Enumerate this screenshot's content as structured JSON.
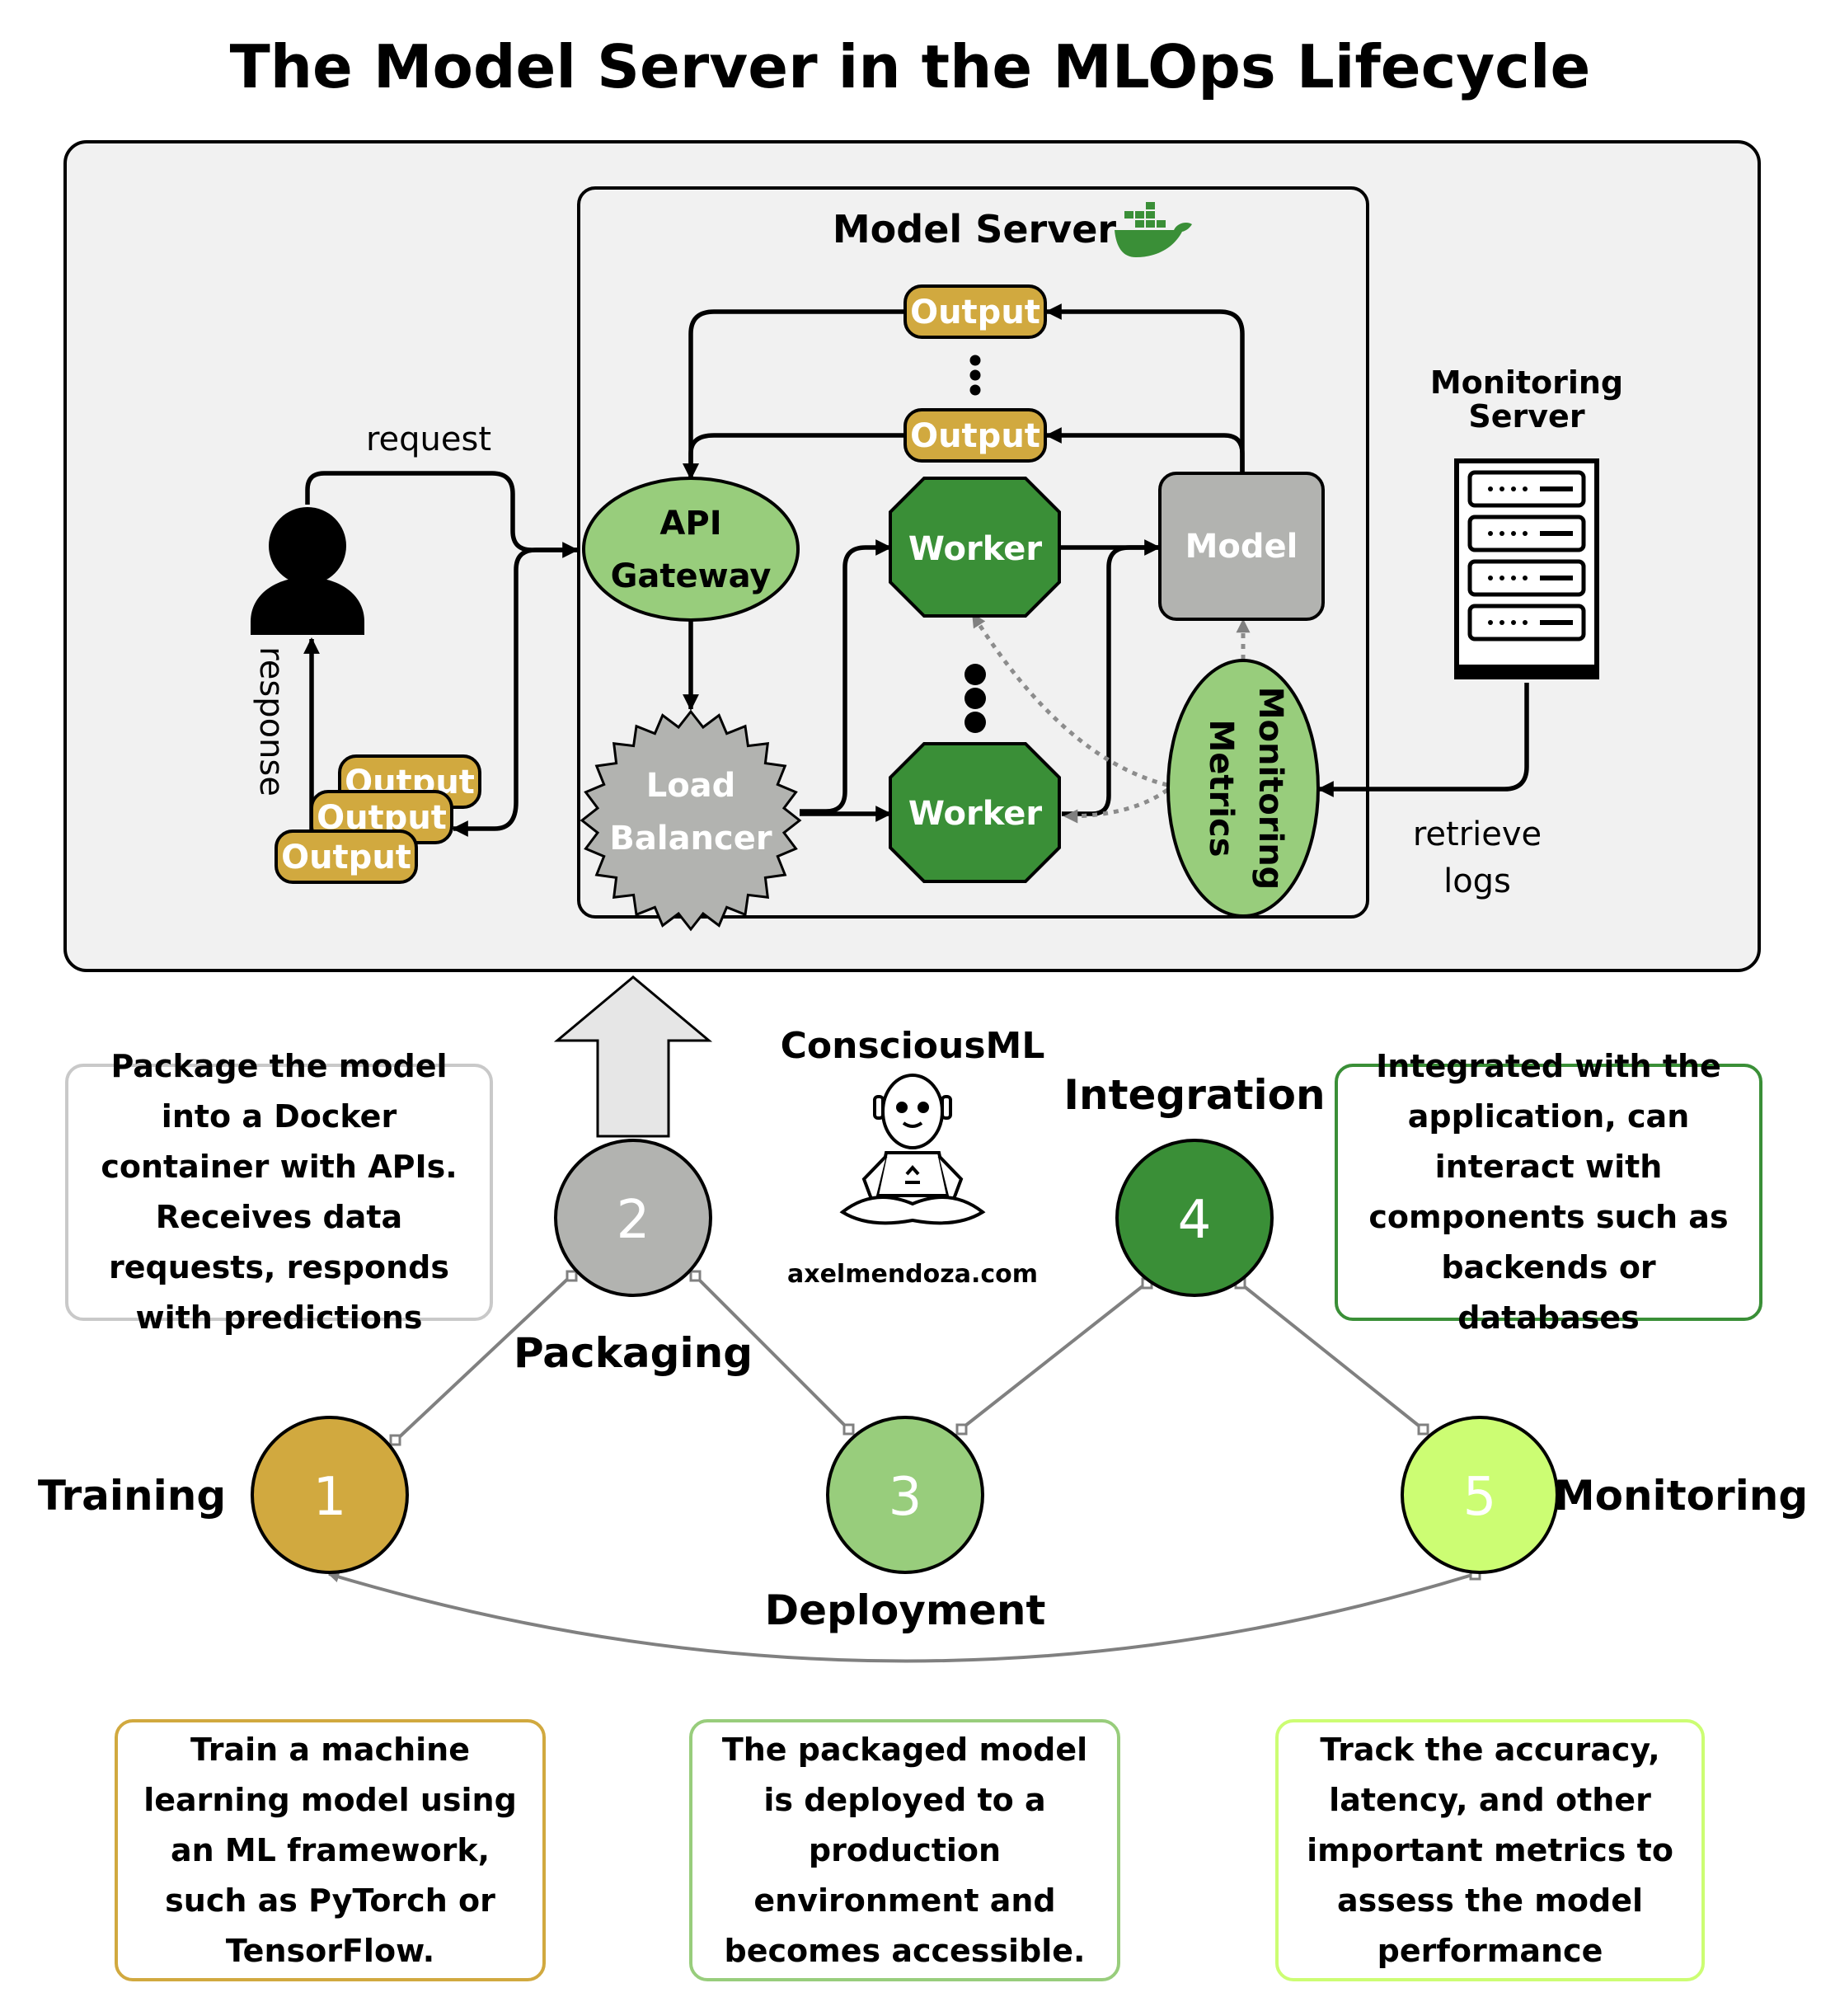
{
  "title": "The Model Server in the MLOps Lifecycle",
  "model_server": {
    "label": "Model Server",
    "api_gateway": [
      "API",
      "Gateway"
    ],
    "load_balancer": [
      "Load",
      "Balancer"
    ],
    "worker_label": "Worker",
    "model_label": "Model",
    "output_label": "Output",
    "monitoring_metrics": [
      "Monitoring",
      "Metrics"
    ]
  },
  "request_label": "request",
  "response_label": "response",
  "monitoring_server": [
    "Monitoring",
    "Server"
  ],
  "retrieve_logs": [
    "retrieve",
    "logs"
  ],
  "brand": {
    "name": "ConsciousML",
    "url": "axelmendoza.com"
  },
  "stages": [
    {
      "number": "1",
      "label": "Training",
      "color": "#d1a93f"
    },
    {
      "number": "2",
      "label": "Packaging",
      "color": "#b2b3b0"
    },
    {
      "number": "3",
      "label": "Deployment",
      "color": "#98cd7c"
    },
    {
      "number": "4",
      "label": "Integration",
      "color": "#3a8f37"
    },
    {
      "number": "5",
      "label": "Monitoring",
      "color": "#ccfd73"
    }
  ],
  "descriptions": {
    "packaging": "Package the model into a Docker container with APIs. Receives data requests, responds with predictions",
    "integration": "Integrated with the application, can interact with components such as backends or databases",
    "training": "Train a machine learning model using an ML framework, such as PyTorch or TensorFlow.",
    "deployment": "The packaged model is deployed to a production environment and becomes accessible.",
    "monitoring": "Track the accuracy, latency, and other important metrics to assess the model performance"
  },
  "colors": {
    "output_fill": "#d1a93f",
    "worker_fill": "#3a8f37",
    "api_gateway_fill": "#98cd7c",
    "load_balancer_fill": "#b2b3b0",
    "model_fill": "#b2b3b0",
    "panel_fill": "#f1f1f1",
    "docker_green": "#3a8f37"
  }
}
